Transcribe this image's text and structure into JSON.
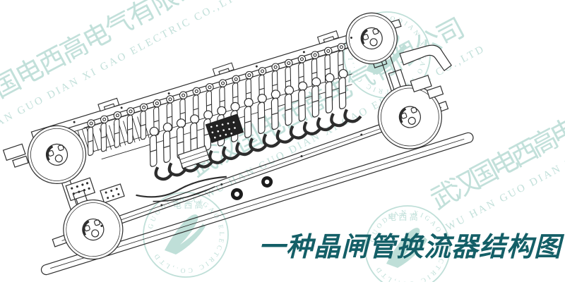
{
  "caption": {
    "text": "一种晶闸管换流器结构图",
    "color": "#145f67"
  },
  "watermark": {
    "cn": "武汉国电西高电气有限公司",
    "en": "WU HAN GUO DIAN XI GAO ELECTRIC CO.,LTD",
    "color": "#c2e0da"
  },
  "logo": {
    "top_text": "电 西 高",
    "ring_text": "GUODIAN XIGAO ELECTRIC CO.,LTD",
    "color": "#bfdfd8"
  },
  "drawing": {
    "line_color": "#2d2d2d"
  }
}
